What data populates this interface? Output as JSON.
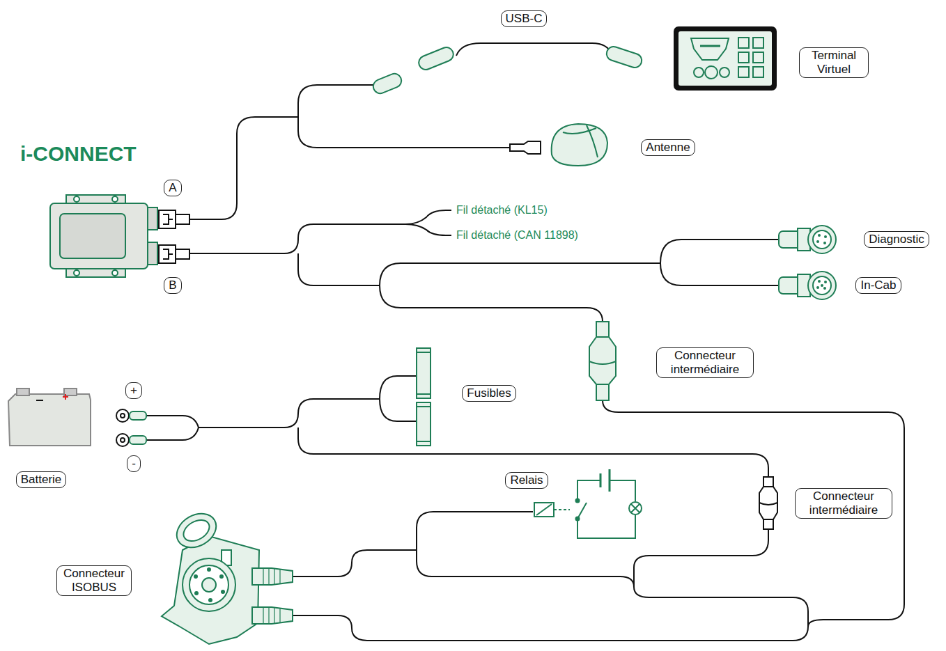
{
  "diagram": {
    "title": "i-CONNECT",
    "nodes": [
      {
        "text": [
          "USB-C"
        ]
      },
      {
        "text": [
          "Terminal Virtuel"
        ]
      },
      {
        "text": [
          "A"
        ]
      },
      {
        "text": [
          "Antenne"
        ]
      },
      {
        "text": [
          "Diagnostic"
        ]
      },
      {
        "text": [
          "B"
        ]
      },
      {
        "text": [
          "In-Cab"
        ]
      },
      {
        "text": [
          "Connecteur intermédiaire"
        ]
      },
      {
        "text": [
          "Fusibles"
        ]
      },
      {
        "text": [
          "+"
        ]
      },
      {
        "text": [
          "Batterie"
        ]
      },
      {
        "text": [
          "-"
        ]
      },
      {
        "text": [
          "Relais"
        ]
      },
      {
        "text": [
          "Connecteur intermédiaire"
        ]
      },
      {
        "text": [
          "Connecteur ISOBUS"
        ]
      }
    ],
    "labels": [
      "Fil détaché (KL15)",
      "Fil détaché (CAN 11898)"
    ]
  }
}
